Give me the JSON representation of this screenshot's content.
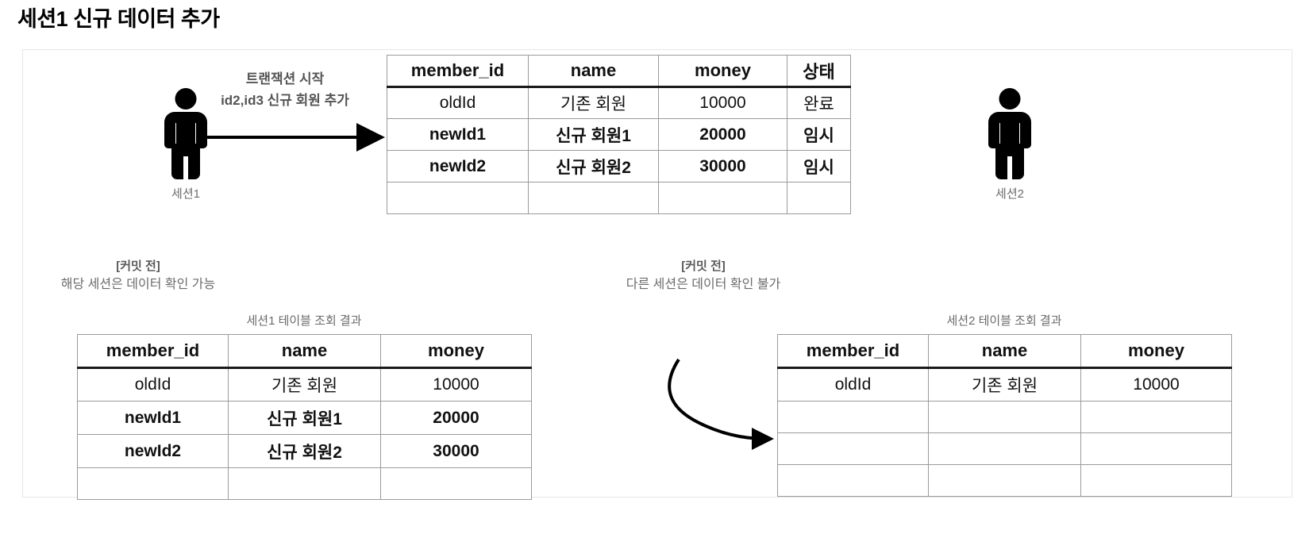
{
  "page": {
    "title": "세션1 신규 데이터 추가"
  },
  "actors": {
    "session1": {
      "label": "세션1",
      "icon": "person-icon"
    },
    "session2": {
      "label": "세션2",
      "icon": "person-icon"
    }
  },
  "transaction_arrow": {
    "line1": "트랜잭션 시작",
    "line2": "id2,id3 신규 회원 추가",
    "icon": "arrow-right-icon"
  },
  "top_table": {
    "headers": [
      "member_id",
      "name",
      "money",
      "상태"
    ],
    "rows": [
      {
        "bold": false,
        "cells": [
          "oldId",
          "기존 회원",
          "10000",
          "완료"
        ]
      },
      {
        "bold": true,
        "cells": [
          "newId1",
          "신규 회원1",
          "20000",
          "임시"
        ]
      },
      {
        "bold": true,
        "cells": [
          "newId2",
          "신규 회원2",
          "30000",
          "임시"
        ]
      },
      {
        "bold": false,
        "cells": [
          "",
          "",
          "",
          ""
        ]
      }
    ]
  },
  "left_note": {
    "title": "[커밋 전]",
    "body": "해당 세션은 데이터 확인 가능",
    "icon": "curved-arrow-icon"
  },
  "right_note": {
    "title": "[커밋 전]",
    "body": "다른 세션은 데이터 확인 불가",
    "icon": "curved-arrow-icon"
  },
  "session1_result": {
    "caption": "세션1 테이블 조회 결과",
    "headers": [
      "member_id",
      "name",
      "money"
    ],
    "rows": [
      {
        "bold": false,
        "cells": [
          "oldId",
          "기존 회원",
          "10000"
        ]
      },
      {
        "bold": true,
        "cells": [
          "newId1",
          "신규 회원1",
          "20000"
        ]
      },
      {
        "bold": true,
        "cells": [
          "newId2",
          "신규 회원2",
          "30000"
        ]
      },
      {
        "bold": false,
        "cells": [
          "",
          "",
          ""
        ]
      }
    ]
  },
  "session2_result": {
    "caption": "세션2 테이블 조회 결과",
    "headers": [
      "member_id",
      "name",
      "money"
    ],
    "rows": [
      {
        "bold": false,
        "cells": [
          "oldId",
          "기존 회원",
          "10000"
        ]
      },
      {
        "bold": false,
        "cells": [
          "",
          "",
          ""
        ]
      },
      {
        "bold": false,
        "cells": [
          "",
          "",
          ""
        ]
      },
      {
        "bold": false,
        "cells": [
          "",
          "",
          ""
        ]
      }
    ]
  },
  "colors": {
    "text": "#111111",
    "muted": "#6b6b6b",
    "grid_line": "#9b9b9b",
    "header_rule": "#1a1a1a",
    "frame": "#e6e6e6"
  }
}
